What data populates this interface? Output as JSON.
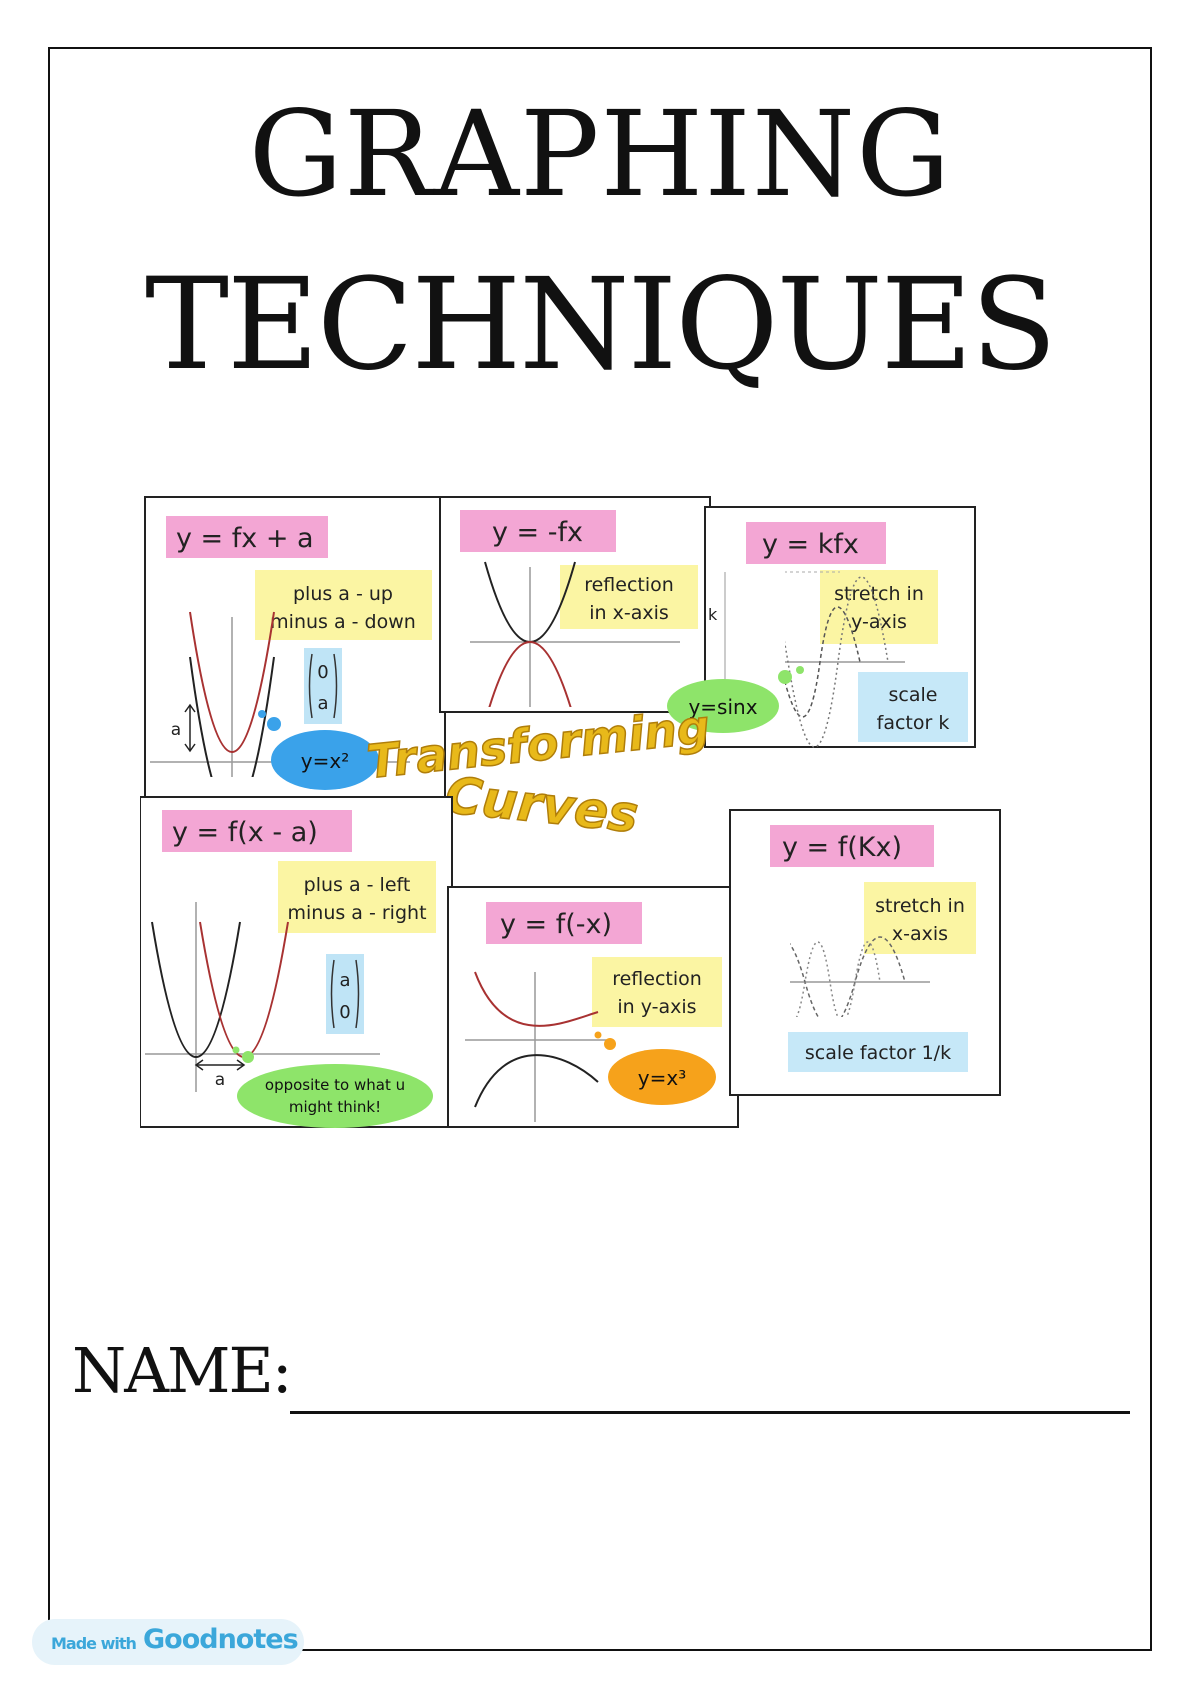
{
  "title": {
    "line1": "GRAPHING",
    "line2": "TECHNIQUES"
  },
  "art": {
    "heading_line1": "Transforming",
    "heading_line2": "Curves",
    "cards": [
      {
        "equation": "y = fx + a",
        "note_line1": "plus a - up",
        "note_line2": "minus a - down",
        "vector": [
          "0",
          "a"
        ],
        "axis_label": "a",
        "base_curve": "y=x²"
      },
      {
        "equation": "y = -fx",
        "note_line1": "reflection",
        "note_line2": "in x-axis"
      },
      {
        "equation": "y = kfx",
        "note_line1": "stretch in",
        "note_line2": "y-axis",
        "axis_label": "k",
        "base_curve": "y=sinx",
        "scale_line1": "scale",
        "scale_line2": "factor  k"
      },
      {
        "equation": "y = f(x - a)",
        "note_line1": "plus a - left",
        "note_line2": "minus a - right",
        "vector": [
          "a",
          "0"
        ],
        "axis_label": "a",
        "bubble_line1": "opposite to what u",
        "bubble_line2": "might think!"
      },
      {
        "equation": "y = f(-x)",
        "note_line1": "reflection",
        "note_line2": "in y-axis",
        "base_curve": "y=x³"
      },
      {
        "equation": "y = f(Kx)",
        "note_line1": "stretch in",
        "note_line2": "x-axis",
        "scale_line1": "scale factor 1/k"
      }
    ]
  },
  "name_field": {
    "label": "NAME:",
    "value": ""
  },
  "watermark": {
    "prefix": "Made with",
    "brand": "Goodnotes"
  },
  "colors": {
    "equation_label_bg": "#f3a6d4",
    "note_bg": "#fbf5a3",
    "vector_bg": "#bfe4f6",
    "scale_bg": "#c6e8f8",
    "bubble_blue": "#3aa2ea",
    "bubble_green": "#8ee46a",
    "bubble_orange": "#f6a21b",
    "heading_gold": "#e8b91a",
    "watermark_blue": "#3ba7da"
  }
}
